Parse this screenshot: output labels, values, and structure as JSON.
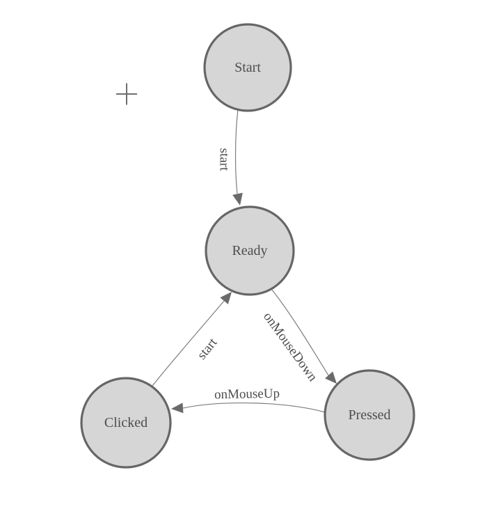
{
  "colors": {
    "background": "#ffffff",
    "node_fill": "#d6d6d6",
    "node_border": "#666666",
    "edge_line": "#7d7d7d",
    "arrowhead": "#6a6a6a",
    "label_text": "#4d4d4d"
  },
  "diagram": {
    "type": "state-machine",
    "origin_marker": "plus-crosshair",
    "nodes": [
      {
        "id": "start",
        "label": "Start"
      },
      {
        "id": "ready",
        "label": "Ready"
      },
      {
        "id": "clicked",
        "label": "Clicked"
      },
      {
        "id": "pressed",
        "label": "Pressed"
      }
    ],
    "edges": [
      {
        "from": "Start",
        "to": "Ready",
        "label": "start"
      },
      {
        "from": "Ready",
        "to": "Pressed",
        "label": "onMouseDown"
      },
      {
        "from": "Pressed",
        "to": "Clicked",
        "label": "onMouseUp"
      },
      {
        "from": "Clicked",
        "to": "Ready",
        "label": "start"
      }
    ]
  }
}
